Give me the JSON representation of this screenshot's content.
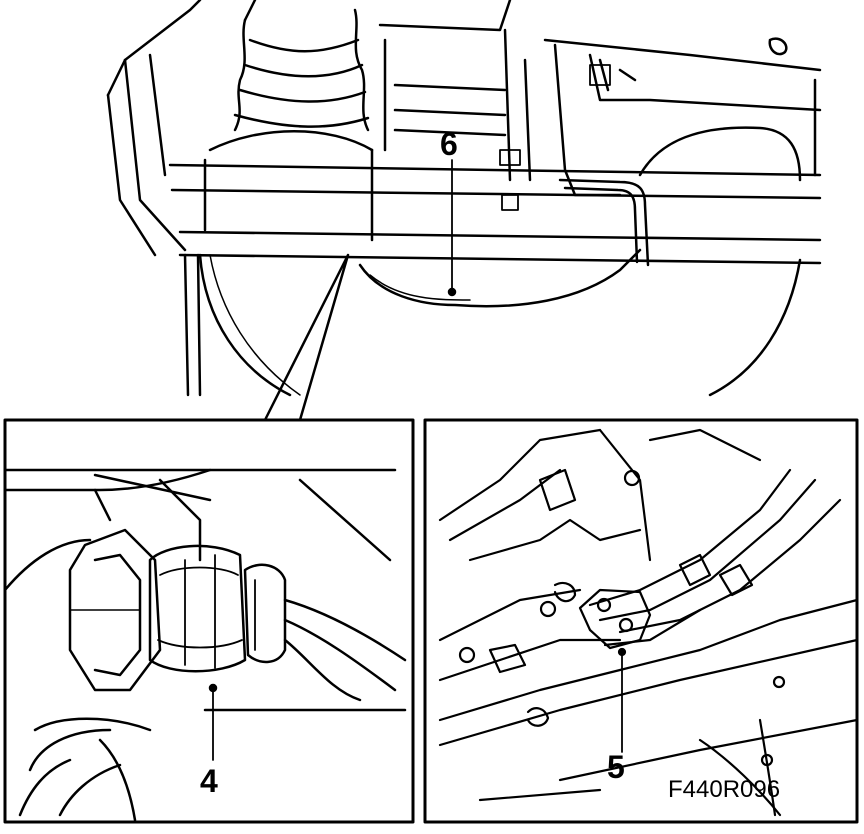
{
  "callouts": {
    "item_6": "6",
    "item_4": "4",
    "item_5": "5"
  },
  "figure_code": "F440R096",
  "colors": {
    "line": "#000000",
    "background": "#ffffff"
  }
}
